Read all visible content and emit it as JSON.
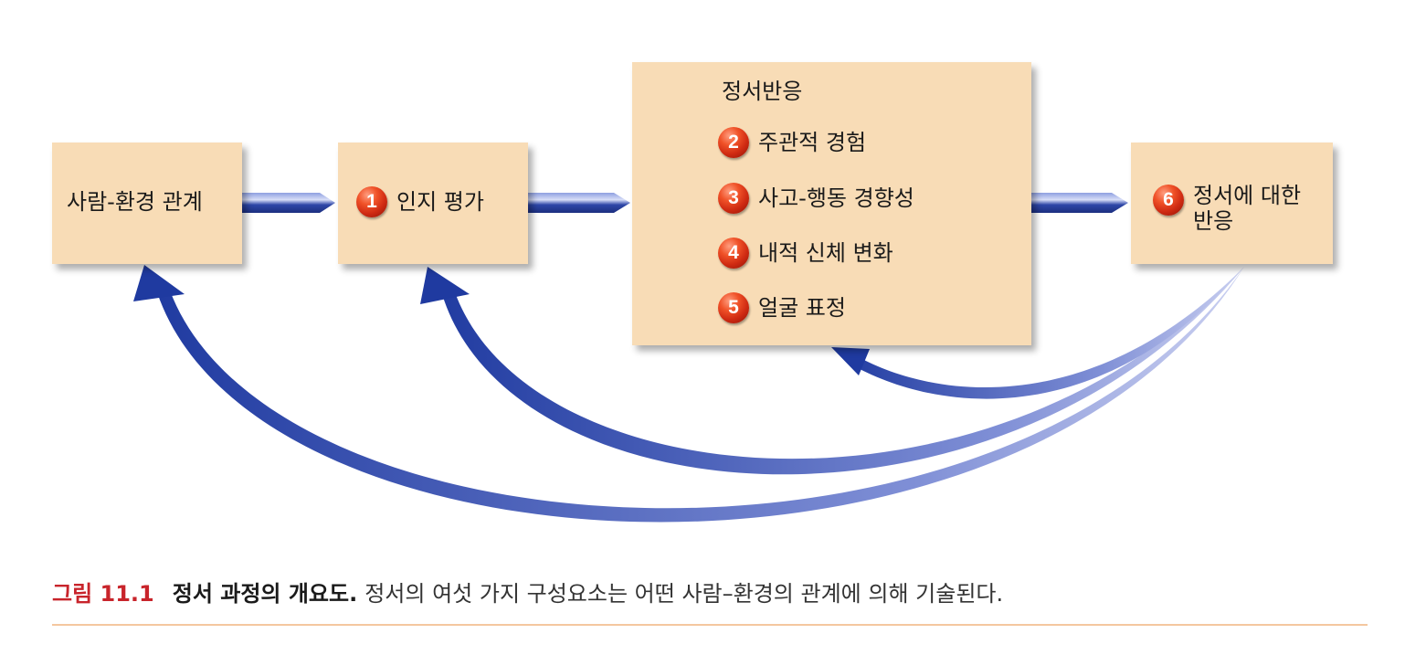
{
  "boxes": {
    "environment": {
      "label": "사람-환경 관계"
    },
    "appraisal": {
      "number": "1",
      "label": "인지 평가"
    },
    "response": {
      "title": "정서반응",
      "items": [
        {
          "number": "2",
          "label": "주관적 경험"
        },
        {
          "number": "3",
          "label": "사고-행동 경향성"
        },
        {
          "number": "4",
          "label": "내적 신체 변화"
        },
        {
          "number": "5",
          "label": "얼굴 표정"
        }
      ]
    },
    "regulation": {
      "number": "6",
      "label_line1": "정서에 대한",
      "label_line2": "반응"
    }
  },
  "caption": {
    "figure_number": "그림 11.1",
    "title": "정서 과정의 개요도.",
    "text": "정서의 여섯 가지 구성요소는 어떤 사람–환경의 관계에 의해 기술된다."
  },
  "colors": {
    "box_fill": "#f8dcb6",
    "arrow_blue": "#2a44a6",
    "badge_red": "#d9301a",
    "caption_red": "#c8242b"
  }
}
